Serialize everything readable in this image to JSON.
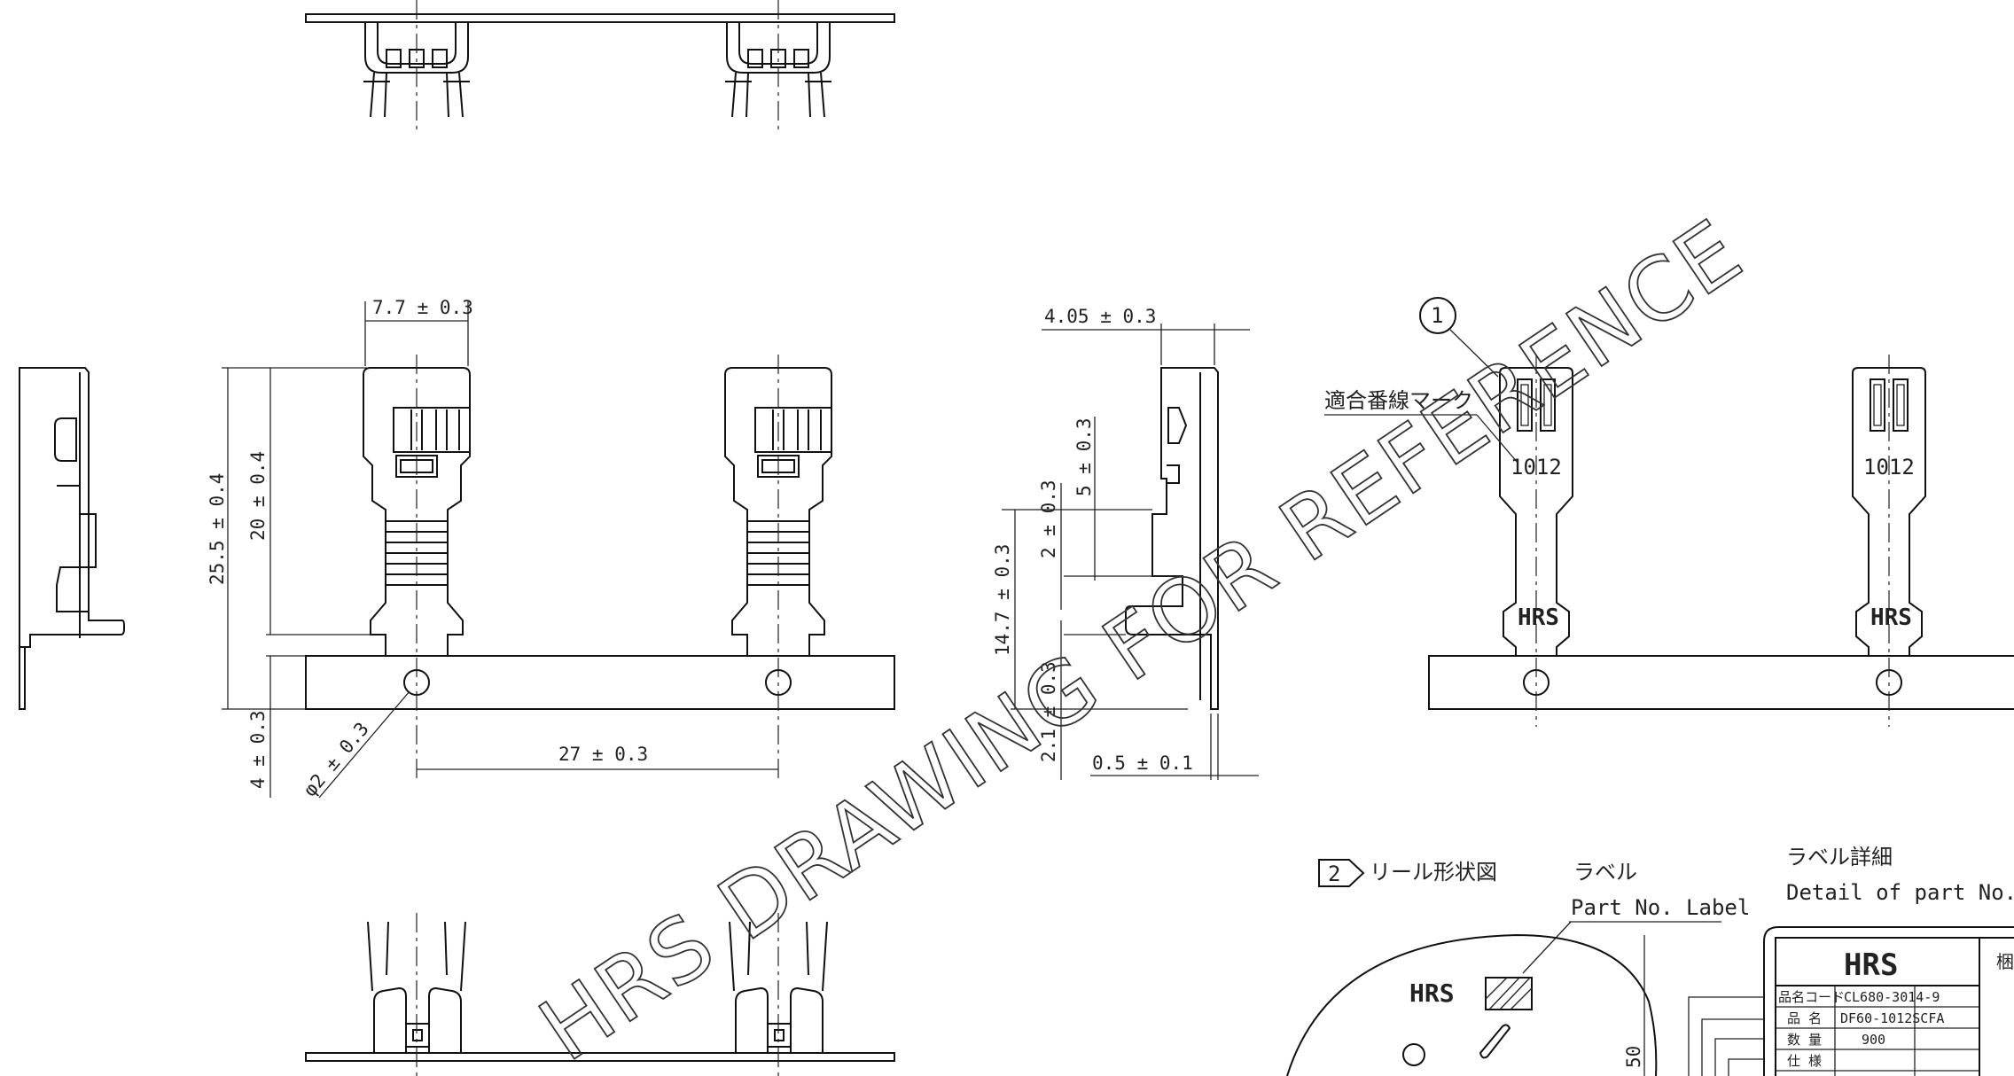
{
  "dimensions": {
    "width_top": "7.7 ± 0.3",
    "height_total": "25.5 ± 0.4",
    "height_terminal": "20 ± 0.4",
    "carrier_height": "4 ± 0.3",
    "hole_diameter": "φ2 ± 0.3",
    "pitch": "27 ± 0.3",
    "side_width": "4.05 ± 0.3",
    "tab_a": "5 ± 0.3",
    "tab_b": "2 ± 0.3",
    "side_height": "14.7 ± 0.3",
    "tab_c": "2.1 ± 0.3",
    "thickness": "0.5 ± 0.1"
  },
  "callouts": {
    "item_number": "1",
    "wire_mark_label": "適合番線マーク",
    "marking_1": "1012",
    "marking_2": "1012",
    "logo_1": "HRS",
    "logo_2": "HRS"
  },
  "reel": {
    "section_number": "2",
    "section_title": "リール形状図",
    "label_jp": "ラベル",
    "label_en": "Part No. Label",
    "reel_logo": "HRS",
    "reel_dim": "50"
  },
  "label_detail": {
    "title_jp": "ラベル詳細",
    "title_en": "Detail of part No. La",
    "logo": "HRS",
    "rows": [
      {
        "key": "品名コード",
        "value": "CL680-3014-9"
      },
      {
        "key": "品 名",
        "value": "DF60-1012SCFA"
      },
      {
        "key": "数 量",
        "value": "900"
      },
      {
        "key": "仕 様",
        "value": ""
      }
    ],
    "side_char": "梱"
  },
  "watermark": "HRS DRAWING FOR REFERENCE"
}
